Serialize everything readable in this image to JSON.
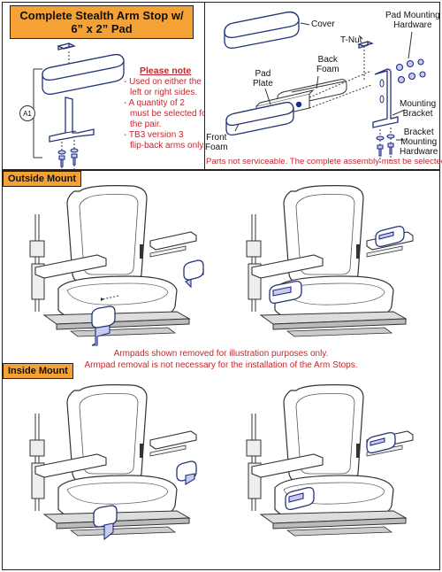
{
  "panel_left": {
    "title_line1": "Complete Stealth Arm Stop w/",
    "title_line2": "6” x 2” Pad",
    "callout": "A1",
    "note_title": "Please note",
    "notes": [
      "- Used on either the",
      "left or right sides.",
      "- A quantity of 2",
      "must be selected for",
      "the pair.",
      "- TB3 version 3",
      "flip-back arms only."
    ]
  },
  "panel_right": {
    "labels": {
      "cover": "Cover",
      "pad_mounting_hardware_1": "Pad Mounting",
      "pad_mounting_hardware_2": "Hardware",
      "t_nut": "T-Nut",
      "back_foam_1": "Back",
      "back_foam_2": "Foam",
      "pad_plate_1": "Pad",
      "pad_plate_2": "Plate",
      "mounting_bracket_1": "Mounting",
      "mounting_bracket_2": "Bracket",
      "bracket_hw_1": "Bracket",
      "bracket_hw_2": "Mounting",
      "bracket_hw_3": "Hardware",
      "front_foam_1": "Front",
      "front_foam_2": "Foam"
    },
    "footer_note": "Parts not serviceable. The complete assembly must be selected."
  },
  "outside_mount": {
    "label": "Outside Mount"
  },
  "inside_mount": {
    "label": "Inside Mount"
  },
  "caption_line1": "Armpads shown removed for illustration purposes only.",
  "caption_line2": "Armpad removal is not necessary for the installation of the Arm Stops.",
  "colors": {
    "accent": "#f4a235",
    "note_red": "#c0282e",
    "part_blue": "#1d2a8a"
  }
}
